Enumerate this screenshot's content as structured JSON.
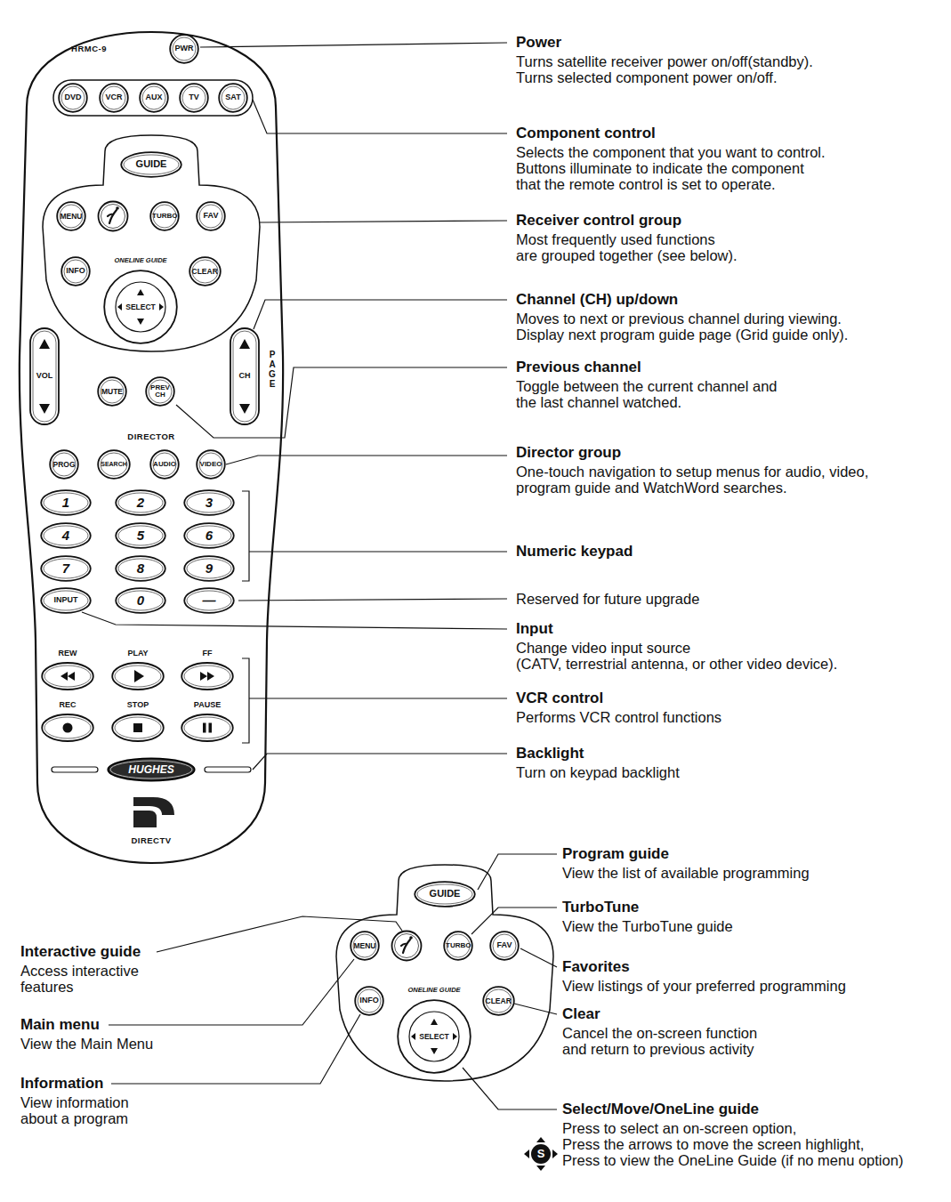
{
  "diagram": {
    "nodes": [
      {
        "text": [
          "HRMC-9",
          "DIRECTV"
        ]
      },
      {
        "text": [
          "PWR"
        ],
        "in": 0
      },
      {
        "text": [
          "DVD"
        ],
        "in": 0
      },
      {
        "text": [
          "VCR"
        ],
        "in": 0
      },
      {
        "text": [
          "AUX"
        ],
        "in": 0
      },
      {
        "text": [
          "TV"
        ],
        "in": 0
      },
      {
        "text": [
          "SAT"
        ],
        "in": 0
      },
      {
        "text": [
          "GUIDE"
        ],
        "in": 0
      },
      {
        "text": [
          "MENU"
        ],
        "in": 0
      },
      {
        "text": [
          "TURBO"
        ],
        "in": 0
      },
      {
        "text": [
          "FAV"
        ],
        "in": 0
      },
      {
        "text": [
          "INFO"
        ],
        "in": 0
      },
      {
        "text": [
          "CLEAR"
        ],
        "in": 0
      },
      {
        "text": [
          "SELECT"
        ],
        "in": 0
      },
      {
        "text": [
          "VOL"
        ],
        "in": 0
      },
      {
        "text": [
          "MUTE"
        ],
        "in": 0
      },
      {
        "text": [
          "PREV CH"
        ],
        "in": 0
      },
      {
        "text": [
          "CH"
        ],
        "in": 0
      },
      {
        "text": [
          "PROG"
        ],
        "in": 0
      },
      {
        "text": [
          "SEARCH"
        ],
        "in": 0
      },
      {
        "text": [
          "AUDIO"
        ],
        "in": 0
      },
      {
        "text": [
          "VIDEO"
        ],
        "in": 0
      },
      {
        "text": [
          "1"
        ],
        "in": 0
      },
      {
        "text": [
          "2"
        ],
        "in": 0
      },
      {
        "text": [
          "3"
        ],
        "in": 0
      },
      {
        "text": [
          "4"
        ],
        "in": 0
      },
      {
        "text": [
          "5"
        ],
        "in": 0
      },
      {
        "text": [
          "6"
        ],
        "in": 0
      },
      {
        "text": [
          "7"
        ],
        "in": 0
      },
      {
        "text": [
          "8"
        ],
        "in": 0
      },
      {
        "text": [
          "9"
        ],
        "in": 0
      },
      {
        "text": [
          "INPUT"
        ],
        "in": 0
      },
      {
        "text": [
          "0"
        ],
        "in": 0
      },
      {
        "text": [
          "—"
        ],
        "in": 0
      },
      {
        "text": [
          "REW"
        ],
        "in": 0
      },
      {
        "text": [
          "PLAY"
        ],
        "in": 0
      },
      {
        "text": [
          "FF"
        ],
        "in": 0
      },
      {
        "text": [
          "REC"
        ],
        "in": 0
      },
      {
        "text": [
          "STOP"
        ],
        "in": 0
      },
      {
        "text": [
          "PAUSE"
        ],
        "in": 0
      },
      {
        "text": [
          "HUGHES"
        ],
        "in": 0
      },
      {
        "text": [
          "GUIDE"
        ]
      },
      {
        "text": [
          "MENU"
        ]
      },
      {
        "text": [
          "TURBO"
        ]
      },
      {
        "text": [
          "FAV"
        ]
      },
      {
        "text": [
          "INFO"
        ]
      },
      {
        "text": [
          "CLEAR"
        ]
      },
      {
        "text": [
          "SELECT"
        ]
      }
    ],
    "labels": [
      "Power",
      "Turns satellite receiver power on/off(standby).",
      "Turns selected component power on/off.",
      "Component control",
      "Selects the component that you want to control.",
      "Buttons illuminate to indicate the component",
      "that the remote control is set to operate.",
      "Receiver control group",
      "Most frequently used functions",
      "are grouped together (see below).",
      "Channel (CH) up/down",
      "Moves to next or previous channel during viewing.",
      "Display next program guide page (Grid guide only).",
      "Previous channel",
      "Toggle between the current channel and",
      "the last channel watched.",
      "Director group",
      "One-touch navigation to setup menus for audio, video,",
      "program guide and WatchWord searches.",
      "Numeric keypad",
      "Reserved for future upgrade",
      "Input",
      "Change video input source",
      "(CATV, terrestrial antenna, or other video device).",
      "VCR control",
      "Performs VCR control functions",
      "Backlight",
      "Turn on keypad backlight",
      "Program guide",
      "View the list of available programming",
      "TurboTune",
      "View the TurboTune guide",
      "Favorites",
      "View listings of your preferred programming",
      "Clear",
      "Cancel the on-screen function",
      "and return to previous activity",
      "Select/Move/OneLine guide",
      "Press to select an on-screen option,",
      "Press the arrows to move the screen highlight,",
      "Press to view the OneLine Guide (if no menu option)",
      "Interactive guide",
      "Access interactive",
      "features",
      "Main menu",
      "View the Main Menu",
      "Information",
      "View information",
      "about a program",
      "DIRECTOR",
      "PAGE",
      "ONELINE GUIDE",
      "ONELINE GUIDE",
      "S"
    ]
  }
}
